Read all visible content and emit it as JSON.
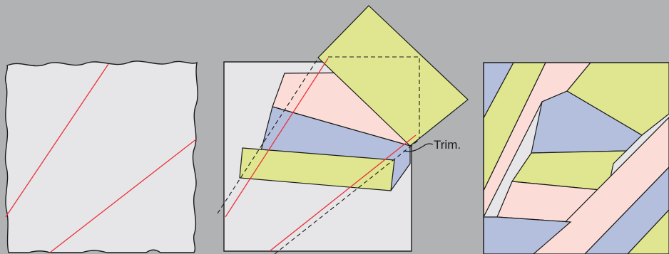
{
  "figure": {
    "background": "#b1b2b4",
    "colors": {
      "foundation": "#e6e5e8",
      "green": "#dfe68f",
      "pink": "#fcdcd6",
      "blue": "#b4bfdd",
      "red_line": "#e8333a",
      "outline": "#1a1a1a"
    },
    "panels": [
      {
        "id": "foundation-with-marked-lines",
        "description_text": ""
      },
      {
        "id": "sewing-strips-onto-foundation",
        "trim_label": "Trim."
      },
      {
        "id": "finished-trimmed-block",
        "description_text": ""
      }
    ]
  }
}
